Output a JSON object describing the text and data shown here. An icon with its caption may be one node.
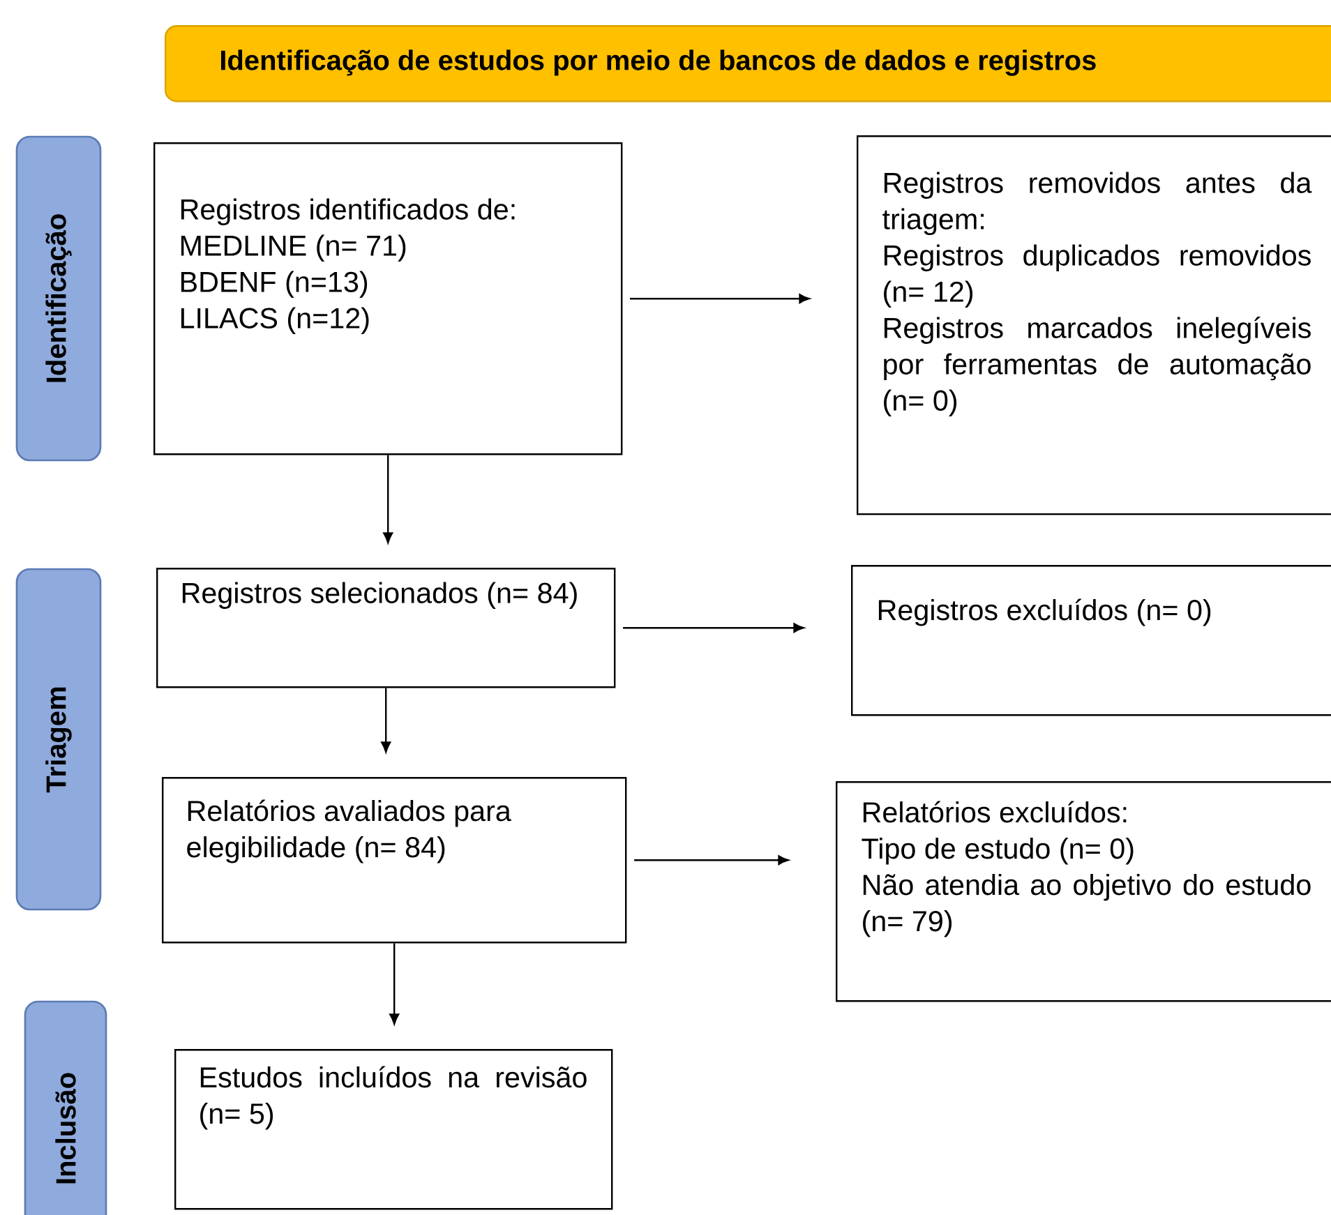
{
  "diagram": {
    "nodes": [
      {
        "text": [
          "Identificação de estudos por meio de bancos de dados e registros"
        ]
      },
      {
        "text": [
          "Identificação"
        ]
      },
      {
        "text": [
          "Triagem"
        ]
      },
      {
        "text": [
          "Inclusão"
        ]
      },
      {
        "text": [
          "Registros identificados de:",
          "MEDLINE (n= 71)",
          "BDENF (n=13)",
          "LILACS (n=12)"
        ]
      },
      {
        "text": [
          "Registros removidos antes da triagem:",
          "Registros duplicados removidos (n= 12)",
          "Registros marcados inelegíveis por ferramentas de automação (n= 0)"
        ]
      },
      {
        "text": [
          "Registros selecionados (n= 84)"
        ]
      },
      {
        "text": [
          "Registros excluídos (n= 0)"
        ]
      },
      {
        "text": [
          "Relatórios avaliados para elegibilidade (n= 84)"
        ]
      },
      {
        "text": [
          "Relatórios excluídos:",
          "Tipo de estudo (n= 0)",
          "Não atendia ao objetivo do estudo (n= 79)"
        ]
      },
      {
        "text": [
          "Estudos incluídos na revisão (n= 5)"
        ]
      }
    ],
    "edges": [
      {
        "from": 4,
        "to": 5,
        "arrow": "to"
      },
      {
        "from": 4,
        "to": 6,
        "arrow": "to"
      },
      {
        "from": 6,
        "to": 7,
        "arrow": "to"
      },
      {
        "from": 6,
        "to": 8,
        "arrow": "to"
      },
      {
        "from": 8,
        "to": 9,
        "arrow": "to"
      },
      {
        "from": 8,
        "to": 10,
        "arrow": "to"
      }
    ]
  }
}
